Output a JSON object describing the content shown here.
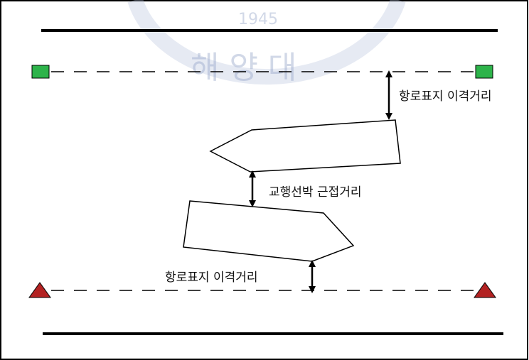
{
  "watermark": {
    "year": "1945",
    "text": "해 양 대"
  },
  "labels": {
    "upper_buoy_clearance": "항로표지 이격거리",
    "vessel_passing_distance": "교행선박 근접거리",
    "lower_buoy_clearance": "항로표지 이격거리"
  },
  "colors": {
    "green_buoy": "#2db34a",
    "red_buoy": "#b32222",
    "line": "#000000"
  }
}
